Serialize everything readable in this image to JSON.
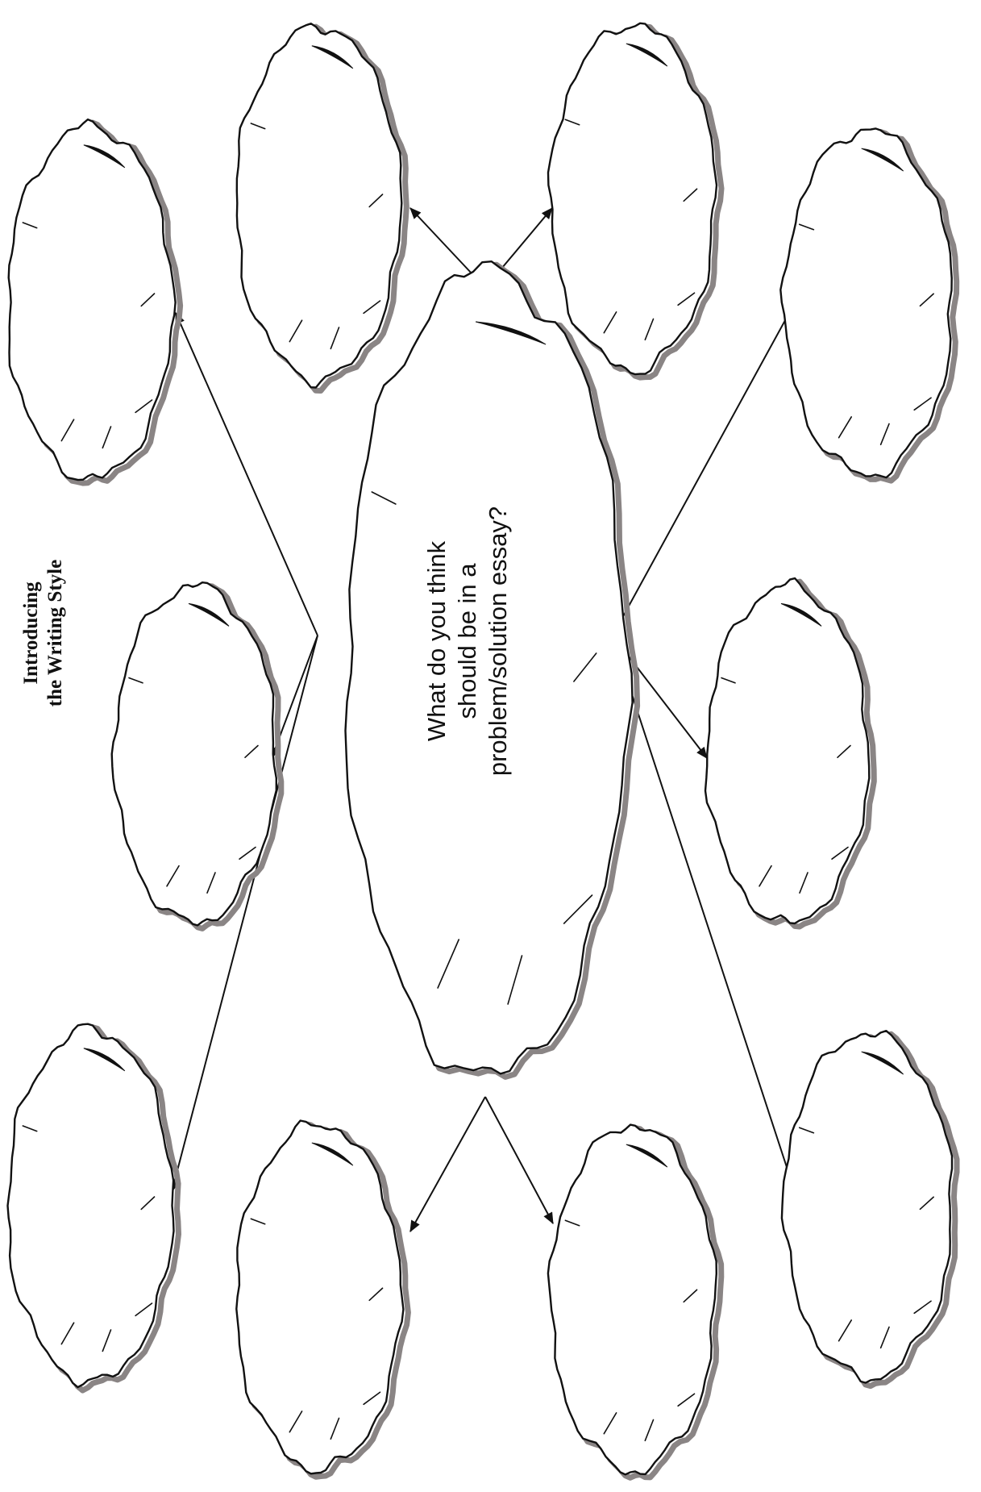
{
  "title": {
    "line1": "Introducing",
    "line2": "the Writing Style"
  },
  "center_prompt": {
    "line1": "What do you think",
    "line2": "should be in a",
    "line3": "problem/solution essay?"
  },
  "answer_clouds": [
    {
      "id": "cloud-1",
      "text": ""
    },
    {
      "id": "cloud-2",
      "text": ""
    },
    {
      "id": "cloud-3",
      "text": ""
    },
    {
      "id": "cloud-4",
      "text": ""
    },
    {
      "id": "cloud-5",
      "text": ""
    },
    {
      "id": "cloud-6",
      "text": ""
    },
    {
      "id": "cloud-7",
      "text": ""
    },
    {
      "id": "cloud-8",
      "text": ""
    },
    {
      "id": "cloud-9",
      "text": ""
    },
    {
      "id": "cloud-10",
      "text": ""
    }
  ],
  "colors": {
    "line": "#111111",
    "shadow": "#8a8585",
    "background": "#ffffff"
  }
}
